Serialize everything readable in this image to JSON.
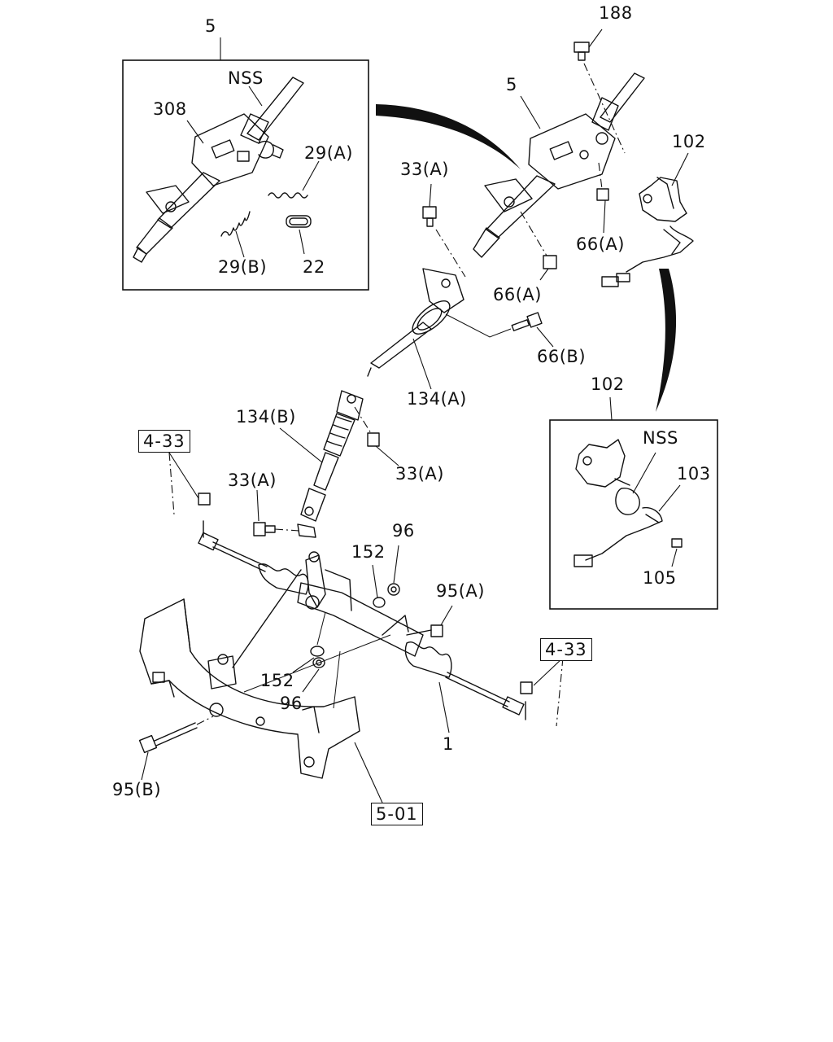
{
  "callouts": {
    "c5_box": "5",
    "c5_main": "5",
    "c188": "188",
    "c102_main": "102",
    "c102_box": "102",
    "nss_box1": "NSS",
    "nss_box2": "NSS",
    "c308": "308",
    "c29a": "29(A)",
    "c29b": "29(B)",
    "c22": "22",
    "c33a_top": "33(A)",
    "c33a_mid": "33(A)",
    "c33a_left": "33(A)",
    "c66a_1": "66(A)",
    "c66a_2": "66(A)",
    "c66b": "66(B)",
    "c134a": "134(A)",
    "c134b": "134(B)",
    "c103": "103",
    "c105": "105",
    "c152_top": "152",
    "c152_bot": "152",
    "c96_top": "96",
    "c96_bot": "96",
    "c95a": "95(A)",
    "c95b": "95(B)",
    "c1": "1"
  },
  "refs": {
    "ref_left": "4-33",
    "ref_right": "4-33",
    "ref_bottom": "5-01"
  }
}
